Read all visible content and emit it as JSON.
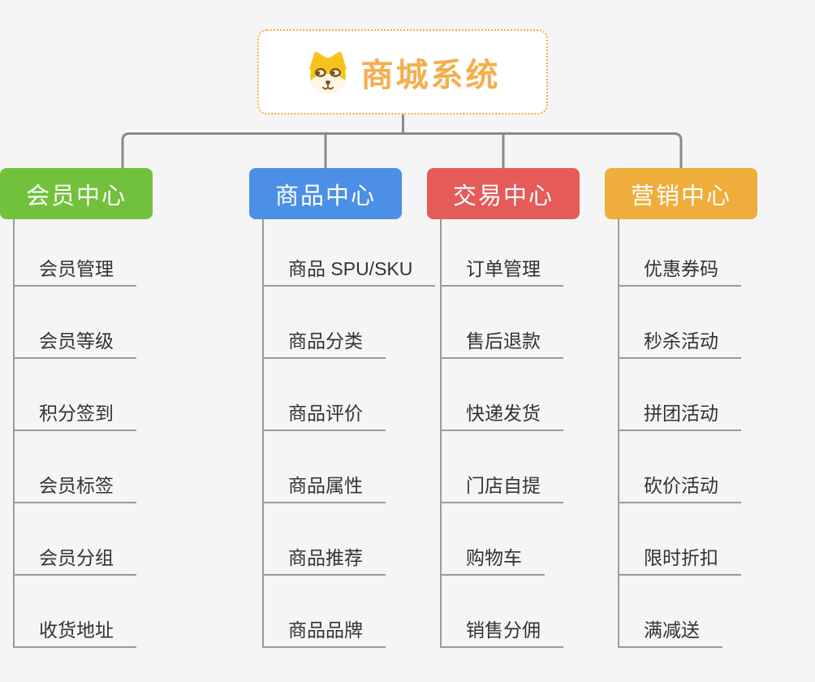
{
  "root": {
    "title": "商城系统",
    "icon": "shiba-dog-icon"
  },
  "branches": [
    {
      "label": "商品中心",
      "color": "#4B8FE6",
      "children": [
        "商品 SPU/SKU",
        "商品分类",
        "商品评价",
        "商品属性",
        "商品推荐",
        "商品品牌"
      ]
    },
    {
      "label": "交易中心",
      "color": "#E45B58",
      "children": [
        "订单管理",
        "售后退款",
        "快递发货",
        "门店自提",
        "购物车",
        "销售分佣"
      ]
    },
    {
      "label": "营销中心",
      "color": "#EFAD3B",
      "children": [
        "优惠券码",
        "秒杀活动",
        "拼团活动",
        "砍价活动",
        "限时折扣",
        "满减送"
      ]
    },
    {
      "label": "会员中心",
      "color": "#72C13C",
      "children": [
        "会员管理",
        "会员等级",
        "积分签到",
        "会员标签",
        "会员分组",
        "收货地址"
      ]
    }
  ],
  "colors": {
    "background": "#F5F5F5",
    "connector": "#8A8A8A",
    "leaf_line": "#9B9B9B",
    "leaf_text": "#333333",
    "root_border": "#F3A842",
    "root_accent": "#F3AF4E",
    "header_text": "#FFFFFF",
    "dog_yellow": "#F6C21E",
    "dog_cream": "#FDF7E4",
    "dog_brown": "#7B4F1D"
  }
}
